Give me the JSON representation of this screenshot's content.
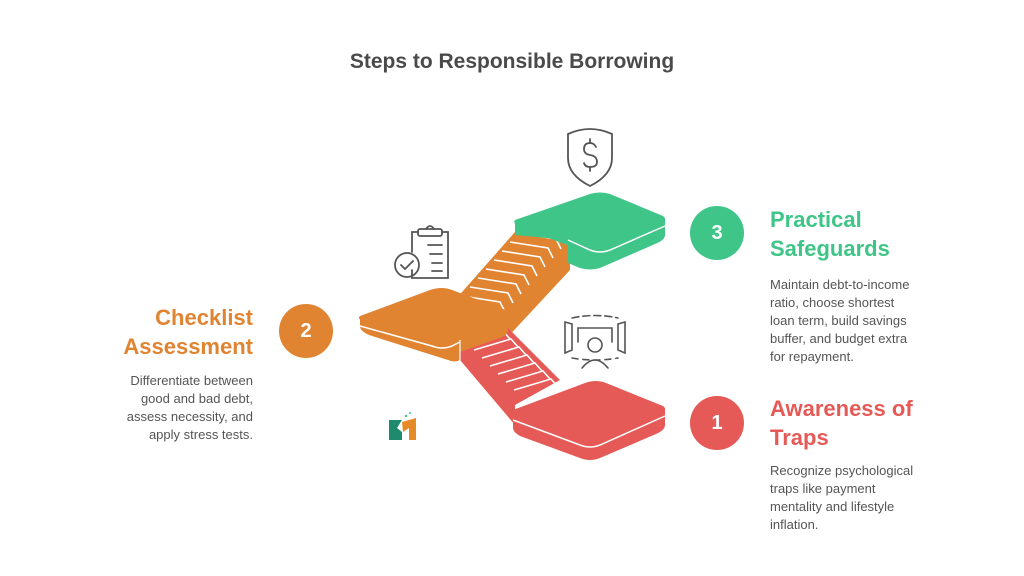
{
  "title": "Steps to Responsible Borrowing",
  "colors": {
    "step1": "#e55a57",
    "step2": "#e08432",
    "step3": "#3fc587",
    "title": "#4a4a4a",
    "text": "#555555",
    "icon": "#555555"
  },
  "steps": [
    {
      "number": "1",
      "title_line1": "Awareness of",
      "title_line2": "Traps",
      "description": "Recognize psychological traps like payment mentality and lifestyle inflation.",
      "desc_lines": [
        "Recognize psychological",
        "traps like payment",
        "mentality and lifestyle",
        "inflation."
      ],
      "icon": "person-in-vr-room-icon"
    },
    {
      "number": "2",
      "title_line1": "Checklist",
      "title_line2": "Assessment",
      "description": "Differentiate between good and bad debt, assess necessity, and apply stress tests.",
      "desc_lines": [
        "Differentiate between",
        "good and bad debt,",
        "assess necessity, and",
        "apply stress tests."
      ],
      "icon": "clipboard-check-icon"
    },
    {
      "number": "3",
      "title_line1": "Practical",
      "title_line2": "Safeguards",
      "description": "Maintain debt-to-income ratio, choose shortest loan term, build savings buffer, and budget extra for repayment.",
      "desc_lines": [
        "Maintain debt-to-income",
        "ratio, choose shortest",
        "loan term, build savings",
        "buffer, and budget extra",
        "for repayment."
      ],
      "icon": "shield-dollar-icon"
    }
  ],
  "logo": "brand-logo"
}
